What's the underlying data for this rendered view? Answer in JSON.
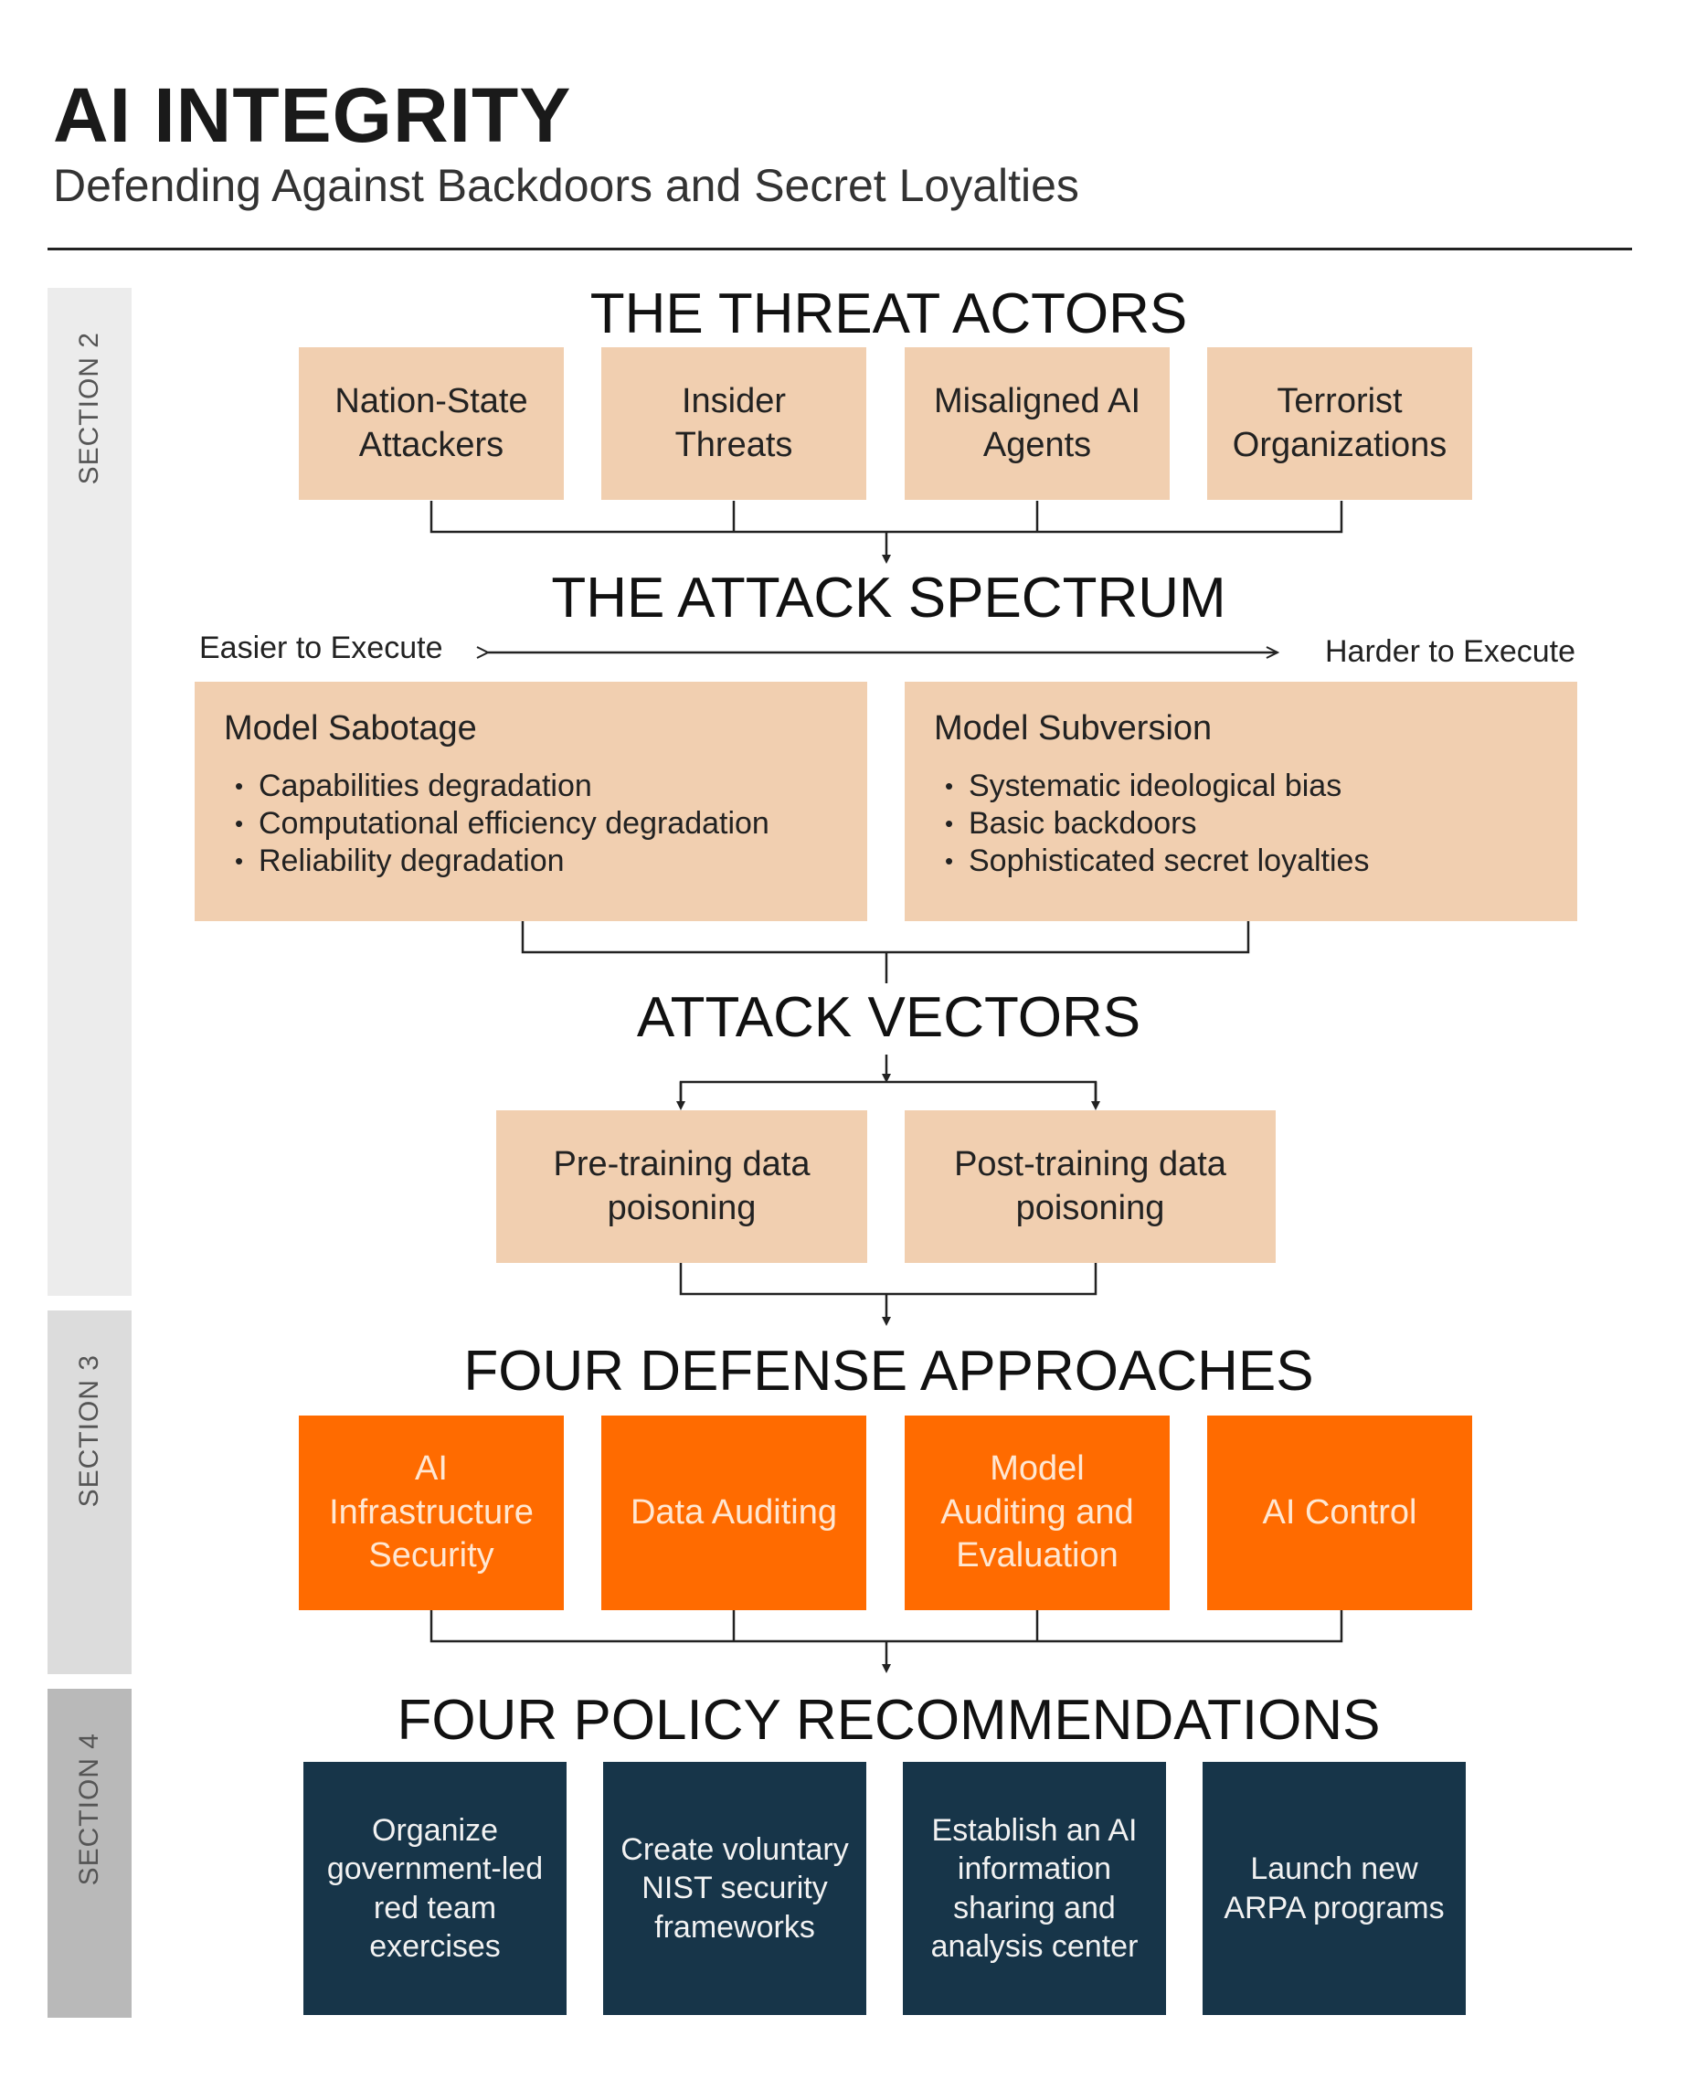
{
  "header": {
    "title": "AI INTEGRITY",
    "subtitle": "Defending Against Backdoors and Secret Loyalties"
  },
  "sections": [
    {
      "label": "SECTION 2",
      "color": "#ececec"
    },
    {
      "label": "SECTION 3",
      "color": "#dcdcdc"
    },
    {
      "label": "SECTION 4",
      "color": "#b9b9b9"
    }
  ],
  "threat_actors": {
    "heading": "THE THREAT ACTORS",
    "items": [
      "Nation-State Attackers",
      "Insider Threats",
      "Misaligned AI Agents",
      "Terrorist Organizations"
    ]
  },
  "attack_spectrum": {
    "heading": "THE ATTACK SPECTRUM",
    "left_label": "Easier to Execute",
    "right_label": "Harder to Execute",
    "boxes": [
      {
        "title": "Model Sabotage",
        "bullets": [
          "Capabilities degradation",
          "Computational efficiency degradation",
          "Reliability degradation"
        ]
      },
      {
        "title": "Model Subversion",
        "bullets": [
          "Systematic ideological bias",
          "Basic backdoors",
          "Sophisticated secret loyalties"
        ]
      }
    ]
  },
  "attack_vectors": {
    "heading": "ATTACK VECTORS",
    "items": [
      "Pre-training data poisoning",
      "Post-training data poisoning"
    ]
  },
  "defense": {
    "heading": "FOUR DEFENSE APPROACHES",
    "items": [
      "AI Infrastructure Security",
      "Data Auditing",
      "Model Auditing and Evaluation",
      "AI Control"
    ]
  },
  "policy": {
    "heading": "FOUR POLICY RECOMMENDATIONS",
    "items": [
      "Organize government-led red team exercises",
      "Create voluntary NIST security frameworks",
      "Establish an AI information sharing and analysis center",
      "Launch new ARPA programs"
    ]
  },
  "colors": {
    "peach": "#f1cfb0",
    "orange": "#ff6b00",
    "navy": "#173549"
  }
}
